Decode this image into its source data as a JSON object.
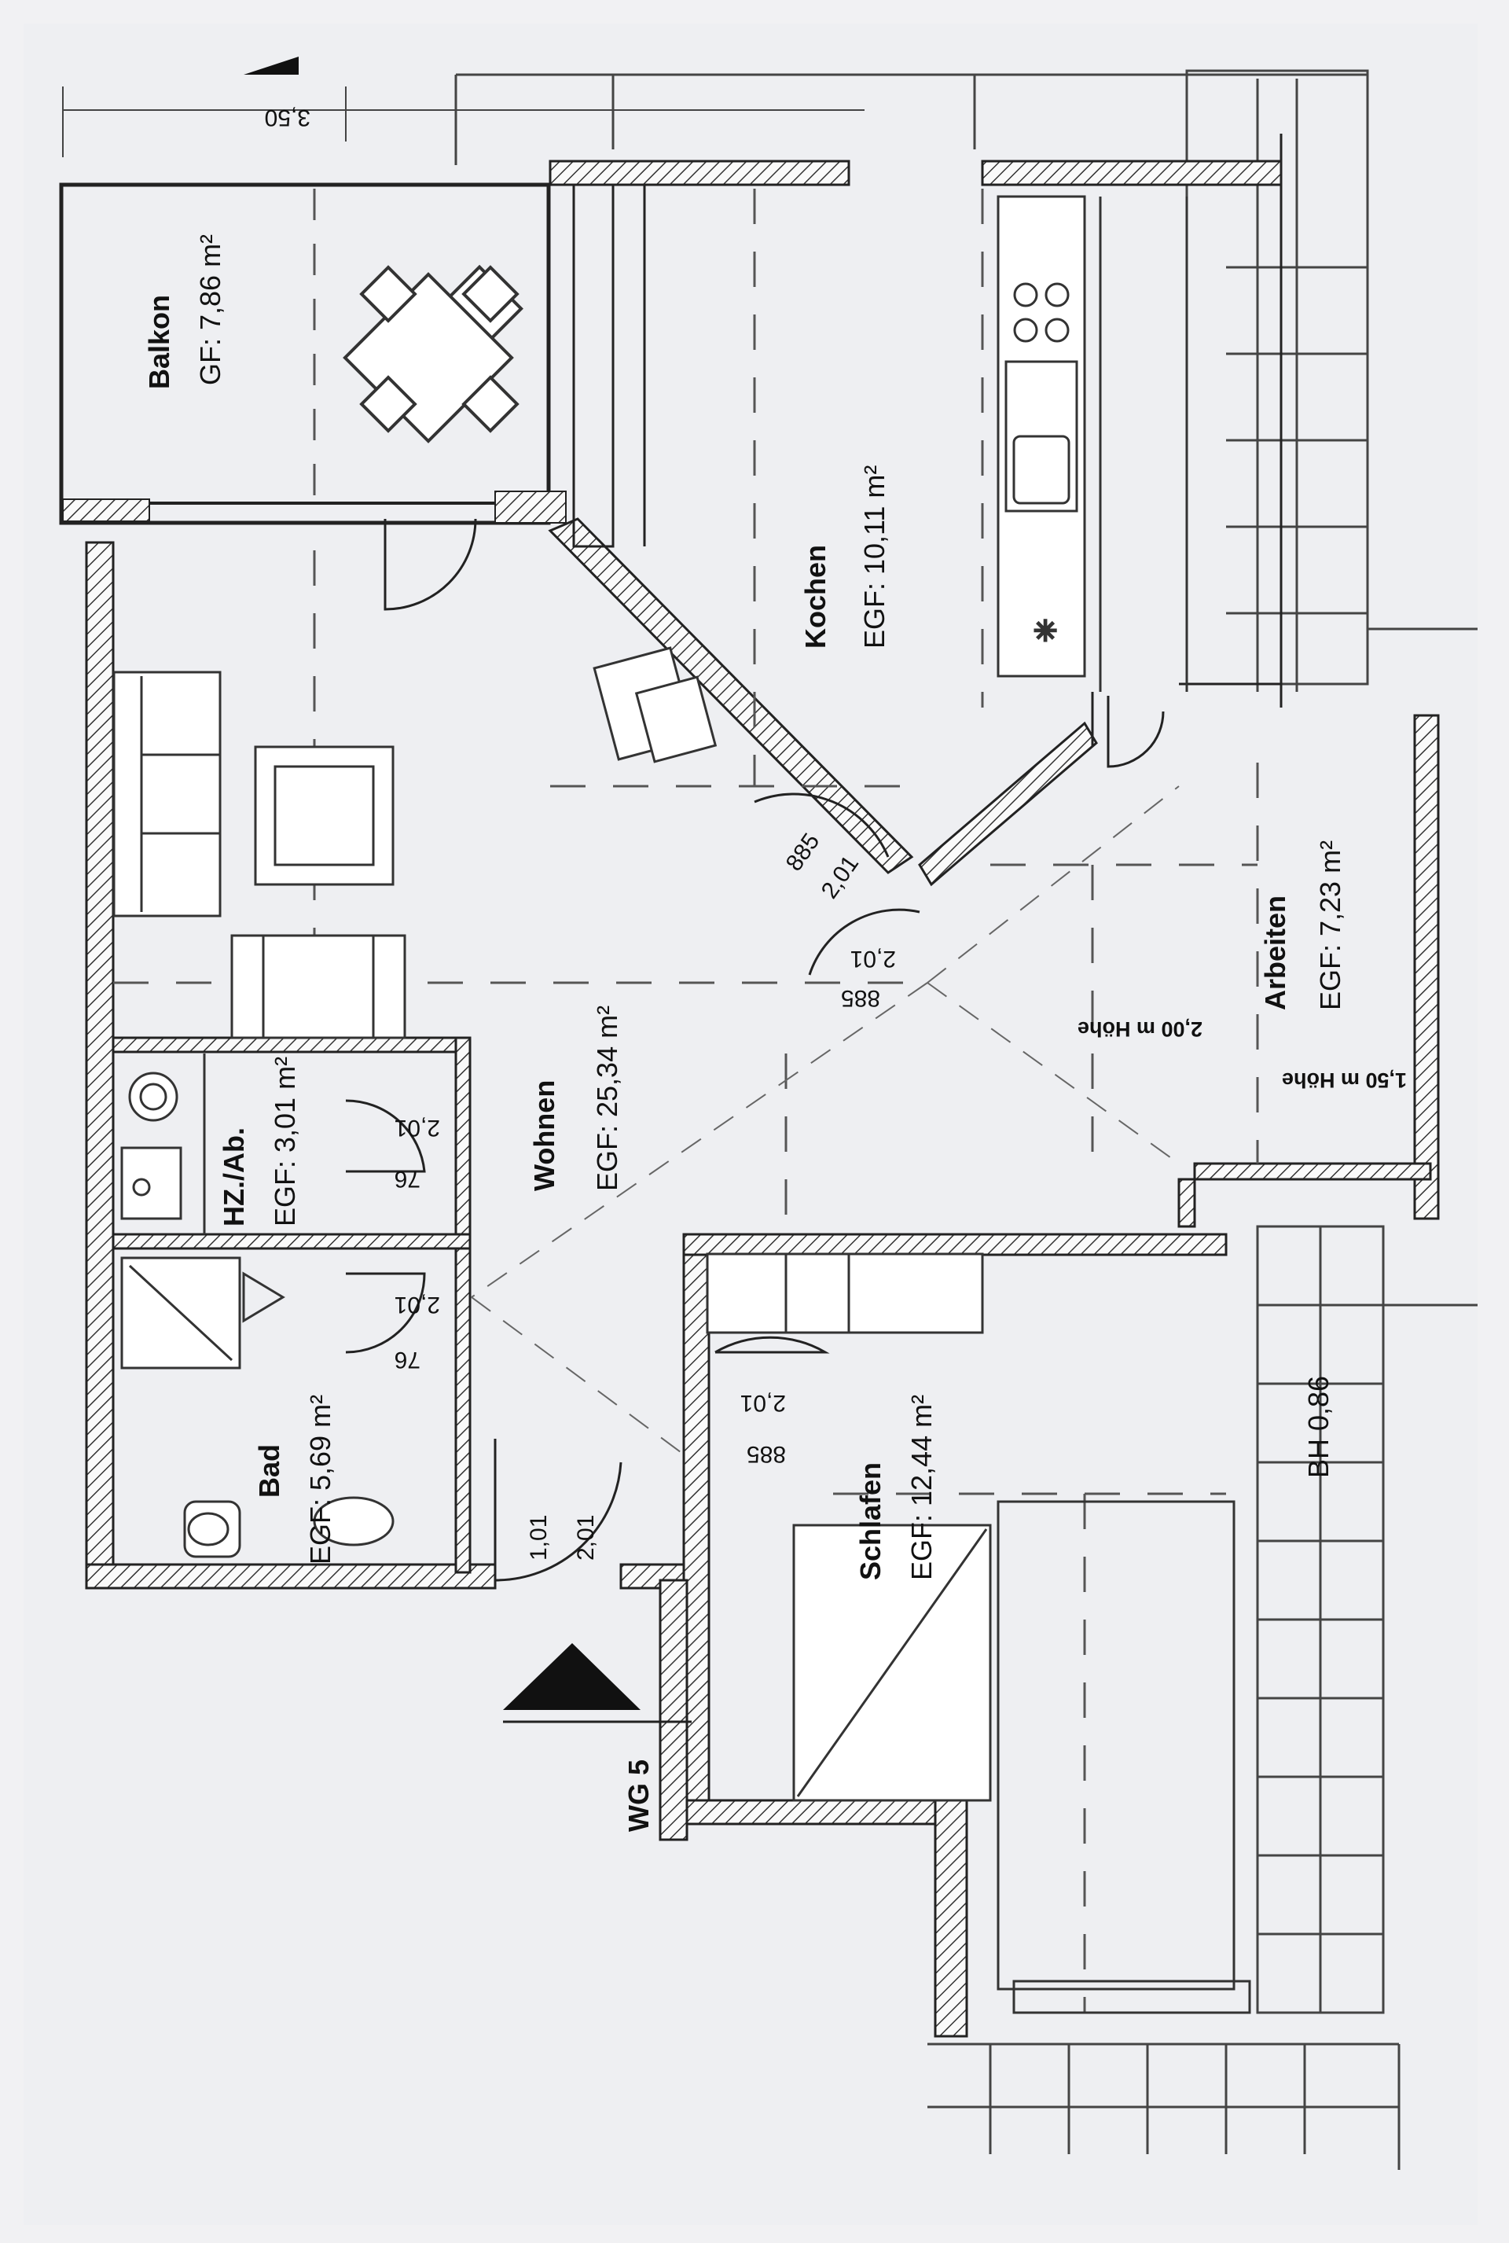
{
  "rooms": {
    "balkon": {
      "name": "Balkon",
      "area": "GF: 7,86 m²"
    },
    "kochen": {
      "name": "Kochen",
      "area": "EGF: 10,11 m²"
    },
    "wohnen": {
      "name": "Wohnen",
      "area": "EGF: 25,34 m²"
    },
    "arbeiten": {
      "name": "Arbeiten",
      "area": "EGF: 7,23 m²"
    },
    "hz": {
      "name": "HZ./Ab.",
      "area": "EGF: 3,01 m²"
    },
    "bad": {
      "name": "Bad",
      "area": "EGF: 5,69 m²"
    },
    "schlafen": {
      "name": "Schlafen",
      "area": "EGF: 12,44 m²"
    }
  },
  "doors": {
    "kochen_w": "885",
    "kochen_h": "2,01",
    "arbeiten_w": "885",
    "arbeiten_h": "2,01",
    "hz_w": "76",
    "hz_h": "2,01",
    "bad_w": "76",
    "bad_h": "2,01",
    "schlafen_w": "885",
    "schlafen_h": "2,01",
    "entry_w": "1,01",
    "entry_h": "2,01"
  },
  "notes": {
    "height_200": "2,00 m Höhe",
    "height_150": "1,50 m Höhe",
    "bh": "BH 0,86",
    "unit": "WG 5",
    "top_dim": "3,50"
  }
}
